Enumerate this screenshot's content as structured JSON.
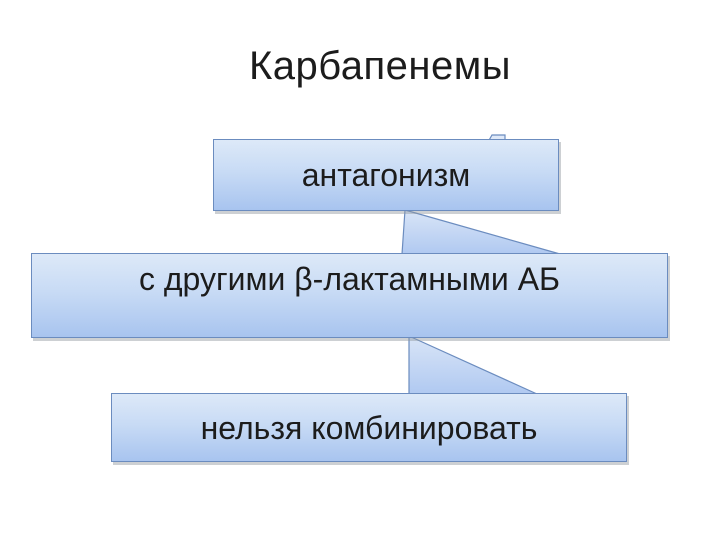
{
  "slide": {
    "title": "Карбапенемы",
    "boxes": [
      {
        "id": "antagonism",
        "label": "антагонизм"
      },
      {
        "id": "beta-lactams",
        "label": "с другими β-лактамными АБ"
      },
      {
        "id": "cannot-combine",
        "label": "нельзя комбинировать"
      }
    ],
    "connectors": [
      {
        "from": "antagonism",
        "to": "beta-lactams"
      },
      {
        "from": "beta-lactams",
        "to": "cannot-combine"
      }
    ],
    "colors": {
      "background": "#ffffff",
      "box_fill_top": "#dde9f8",
      "box_fill_bottom": "#a8c4ef",
      "box_border": "#6b8cbf",
      "text": "#1c1c1c",
      "shadow": "#91969e"
    }
  }
}
